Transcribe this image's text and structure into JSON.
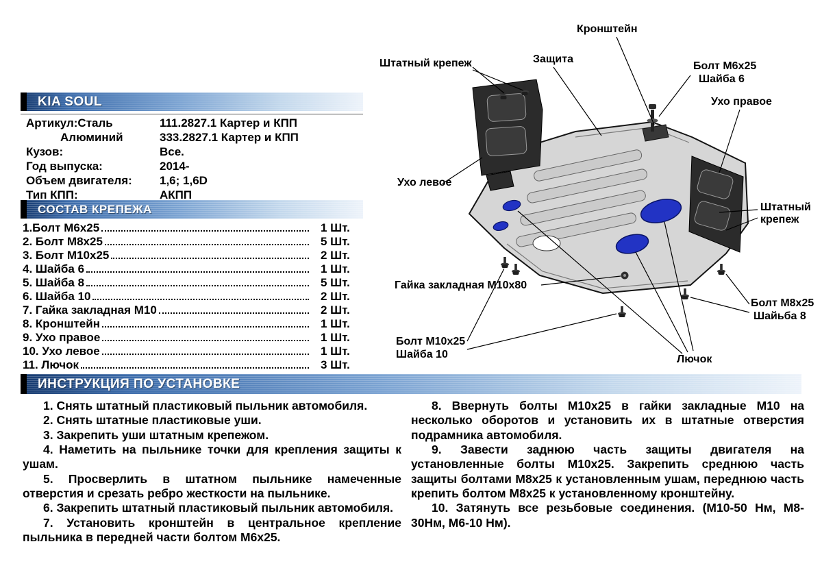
{
  "product": {
    "title": "KIA SOUL",
    "specs": [
      {
        "label": "Артикул:Сталь",
        "value": "111.2827.1 Картер и КПП"
      },
      {
        "label": "Алюминий",
        "value": "333.2827.1 Картер и КПП"
      },
      {
        "label": "Кузов:",
        "value": "Все."
      },
      {
        "label": "Год выпуска:",
        "value": "2014-"
      },
      {
        "label": "Объем двигателя:",
        "value": "1,6; 1,6D"
      },
      {
        "label": "Тип КПП:",
        "value": "АКПП"
      }
    ]
  },
  "hardware": {
    "header": "СОСТАВ КРЕПЕЖА",
    "items": [
      {
        "name": "1.Болт М6х25",
        "qty": "1 Шт."
      },
      {
        "name": "2. Болт М8х25",
        "qty": "5 Шт."
      },
      {
        "name": "3. Болт М10х25",
        "qty": "2 Шт."
      },
      {
        "name": "4. Шайба 6",
        "qty": "1 Шт."
      },
      {
        "name": "5. Шайба 8",
        "qty": "5 Шт."
      },
      {
        "name": "6. Шайба 10",
        "qty": "2 Шт."
      },
      {
        "name": "7. Гайка закладная М10",
        "qty": "2 Шт."
      },
      {
        "name": "8. Кронштейн",
        "qty": "1 Шт."
      },
      {
        "name": "9. Ухо правое",
        "qty": "1 Шт."
      },
      {
        "name": "10. Ухо левое",
        "qty": "1 Шт."
      },
      {
        "name": "11. Лючок",
        "qty": "3 Шт."
      }
    ]
  },
  "instructions": {
    "header": "ИНСТРУКЦИЯ ПО УСТАНОВКЕ",
    "left": [
      "1. Снять штатный пластиковый пыльник автомобиля.",
      "2. Снять штатные пластиковые уши.",
      "3. Закрепить уши штатным крепежом.",
      "4. Наметить на пыльнике точки для крепления защиты к ушам.",
      "5. Просверлить в штатном пыльнике намеченные отверстия и срезать ребро жесткости на пыльнике.",
      "6. Закрепить штатный пластиковый пыльник автомобиля.",
      "7. Установить кронштейн в центральное крепление пыльника в передней части болтом М6х25.",
      "8. Ввернуть болты М10х25 в гайки закладные М10 на несколько оборотов и установить их в штатные отверстия подрамника автомобиля.",
      "9. Завести заднюю часть защиты двигателя на установленные болты М10х25. Закрепить среднюю часть защиты болтами М8х25 к установленным ушам, переднюю часть крепить болтом М8х25 к установленному кронштейну.",
      "10. Затянуть все резьбовые соединения. (М10-50 Нм, М8-30Нм, М6-10 Нм)."
    ]
  },
  "diagram": {
    "labels": {
      "bracket": "Кронштейн",
      "plate": "Защита",
      "factory_mount_left": "Штатный крепеж",
      "bolt_m6": "Болт М6х25",
      "washer_6": "Шайба 6",
      "ear_right": "Ухо правое",
      "ear_left": "Ухо левое",
      "factory_mount_right_1": "Штатный",
      "factory_mount_right_2": "крепеж",
      "rivet_nut": "Гайка закладная М10х80",
      "bolt_m10": "Болт М10х25",
      "washer_10": "Шайба 10",
      "bolt_m8": "Болт М8х25",
      "washer_8": "Шайьба 8",
      "hatch": "Лючок"
    },
    "accent_color": "#2233c4"
  }
}
